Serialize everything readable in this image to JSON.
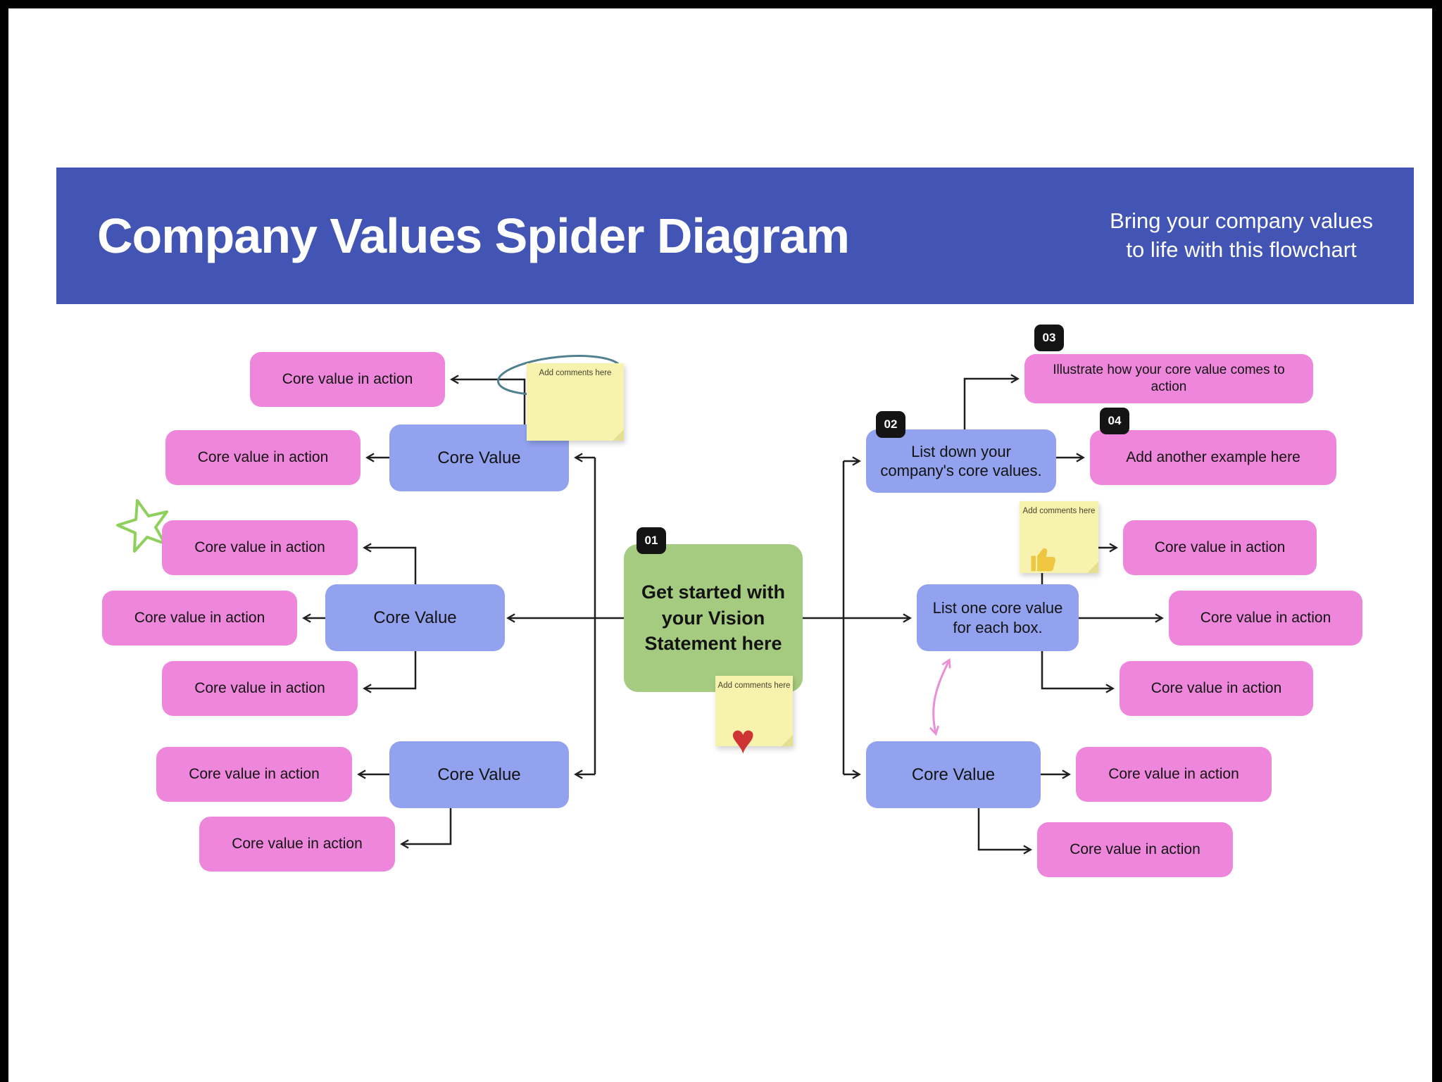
{
  "header": {
    "title": "Company Values Spider Diagram",
    "subtitle_line1": "Bring your company values",
    "subtitle_line2": "to life with this flowchart"
  },
  "center": {
    "badge": "01",
    "text": "Get started with your Vision Statement here"
  },
  "stickies": {
    "top_left": "Add comments here",
    "center": "Add comments here",
    "right": "Add comments here"
  },
  "left": {
    "top": {
      "label": "Core Value",
      "actions": [
        "Core value in action",
        "Core value in action"
      ]
    },
    "middle": {
      "label": "Core Value",
      "actions": [
        "Core value in action",
        "Core value in action",
        "Core value in action"
      ]
    },
    "bottom": {
      "label": "Core Value",
      "actions": [
        "Core value in action",
        "Core value in action"
      ]
    }
  },
  "right": {
    "top": {
      "badge": "02",
      "label": "List down your company's core values.",
      "action1_badge": "03",
      "action1": "Illustrate how your core value comes to action",
      "action2_badge": "04",
      "action2": "Add another example here"
    },
    "middle": {
      "label": "List one core value for each box.",
      "actions": [
        "Core value in action",
        "Core value in action",
        "Core value in action"
      ]
    },
    "bottom": {
      "label": "Core Value",
      "actions": [
        "Core value in action",
        "Core value in action"
      ]
    }
  },
  "glyphs": {
    "heart": "♥"
  },
  "colors": {
    "header_bg": "#4355b4",
    "blue_box": "#92a2ee",
    "pink_box": "#ee86db",
    "green_box": "#a5cb80",
    "sticky_bg": "#f7f2ae",
    "badge_bg": "#141414",
    "line": "#1f1f1f",
    "pink_arrow": "#ec8ed6",
    "heart": "#cf3434",
    "star": "#8ed05c",
    "scribble": "#51808f"
  }
}
